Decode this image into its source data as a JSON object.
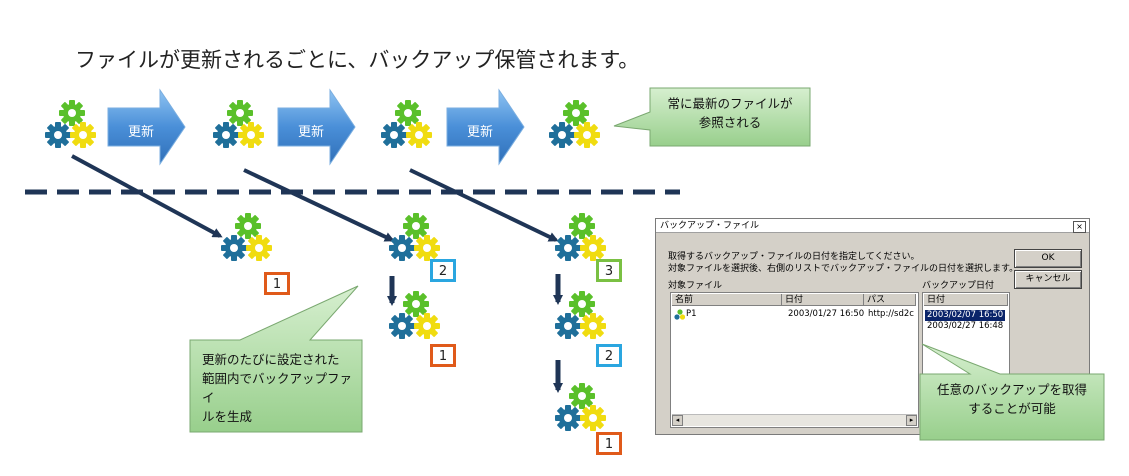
{
  "headline": "ファイルが更新されるごとに、バックアップ保管されます。",
  "update_label": "更新",
  "callout_top": {
    "line1": "常に最新のファイルが",
    "line2": "参照される"
  },
  "callout_left": {
    "line1": "更新のたびに設定された",
    "line2": "範囲内でバックアップファイ",
    "line3": "ルを生成"
  },
  "callout_right": {
    "line1": "任意のバックアップを取得",
    "line2": "することが可能"
  },
  "badges": {
    "col1": [
      "1"
    ],
    "col2": [
      "2",
      "1"
    ],
    "col3": [
      "3",
      "2",
      "1"
    ]
  },
  "colors": {
    "arrow_blue": "#4a8fd8",
    "diag_arrow": "#1f3556",
    "dashed_line": "#1f3556",
    "callout_green": "#a9d8a0",
    "badge_orange": "#e05a1a",
    "badge_cyan": "#2aa6e0",
    "badge_green": "#7ac043",
    "gear_green": "#5ac02a",
    "gear_blue": "#1f6f9a",
    "gear_yellow": "#f0dc10"
  },
  "dialog": {
    "title": "バックアップ・ファイル",
    "close": "×",
    "instruction1": "取得するバックアップ・ファイルの日付を指定してください。",
    "instruction2": "対象ファイルを選択後、右側のリストでバックアップ・ファイルの日付を選択します。",
    "files_label": "対象ファイル",
    "dates_label": "バックアップ日付",
    "ok_button": "OK",
    "cancel_button": "キャンセル",
    "file_columns": [
      "名前",
      "日付",
      "パス"
    ],
    "files": [
      {
        "name": "P1",
        "date": "2003/01/27 16:50",
        "path": "http://sd2c"
      }
    ],
    "date_column": "日付",
    "dates": [
      "2003/02/07 16:50",
      "2003/02/27 16:48"
    ]
  }
}
